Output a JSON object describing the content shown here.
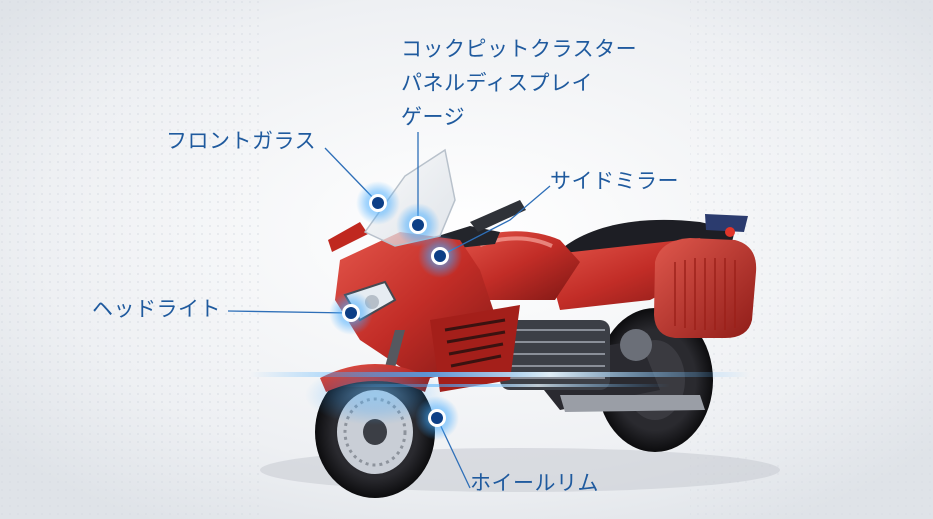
{
  "labels": {
    "windscreen": "フロントガラス",
    "cockpit_line1": "コックピットクラスター",
    "cockpit_line2": "パネルディスプレイ",
    "cockpit_line3": "ゲージ",
    "side_mirror": "サイドミラー",
    "headlight": "ヘッドライト",
    "wheel_rim": "ホイールリム"
  },
  "colors": {
    "label_text": "#1f5a9e",
    "leader_line": "#2e6fb8",
    "hotspot_core": "#0d3f86",
    "hotspot_glow": "#3fa9ff",
    "bike_body": "#c8322b",
    "bike_dark": "#1c1c20",
    "background": "#f4f5f7"
  }
}
